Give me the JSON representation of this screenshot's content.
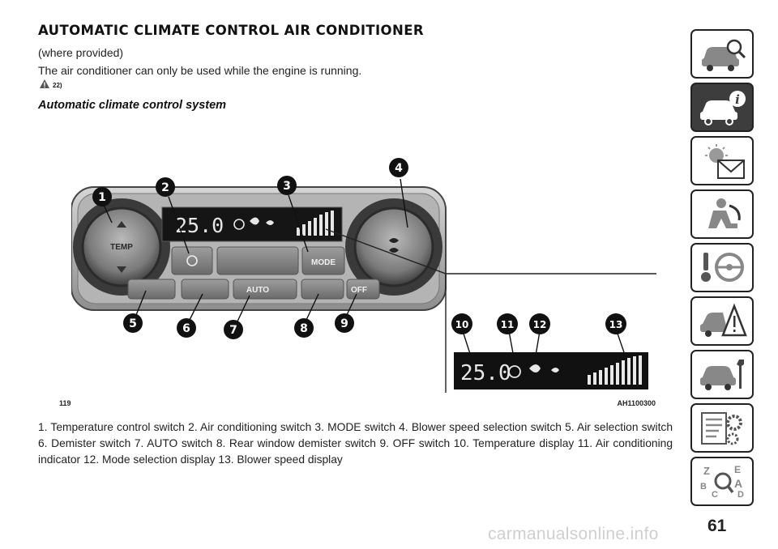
{
  "page": {
    "heading": "AUTOMATIC CLIMATE CONTROL AIR CONDITIONER",
    "note": "(where provided)",
    "intro": "The air conditioner can only be used while the engine is running.",
    "warning_ref": "22)",
    "subheading": "Automatic climate control system",
    "page_number": "61",
    "watermark": "carmanualsonline.info"
  },
  "figure": {
    "number": "119",
    "code": "AH1100300",
    "panel": {
      "temp_knob": "TEMP",
      "display_temp": "25.0",
      "mode_button": "MODE",
      "auto_button": "AUTO",
      "off_button": "OFF"
    },
    "callouts": [
      "1",
      "2",
      "3",
      "4",
      "5",
      "6",
      "7",
      "8",
      "9",
      "10",
      "11",
      "12",
      "13"
    ],
    "inset_temp": "25.0"
  },
  "caption": "1. Temperature control switch  2. Air conditioning switch  3. MODE switch  4. Blower speed selection switch  5. Air selection switch  6. Demister switch  7. AUTO switch  8. Rear window demister switch  9. OFF switch  10. Temperature display  11. Air conditioning indicator  12. Mode selection display  13. Blower speed display",
  "sidebar": {
    "tabs": [
      {
        "icon": "car-search-icon",
        "active": false
      },
      {
        "icon": "car-info-icon",
        "active": true
      },
      {
        "icon": "warning-light-message-icon",
        "active": false
      },
      {
        "icon": "airbag-seat-icon",
        "active": false
      },
      {
        "icon": "key-steering-wheel-icon",
        "active": false
      },
      {
        "icon": "car-crash-warning-icon",
        "active": false
      },
      {
        "icon": "car-wrench-icon",
        "active": false
      },
      {
        "icon": "data-sheet-gear-icon",
        "active": false
      },
      {
        "icon": "index-magnifier-icon",
        "active": false
      }
    ]
  }
}
